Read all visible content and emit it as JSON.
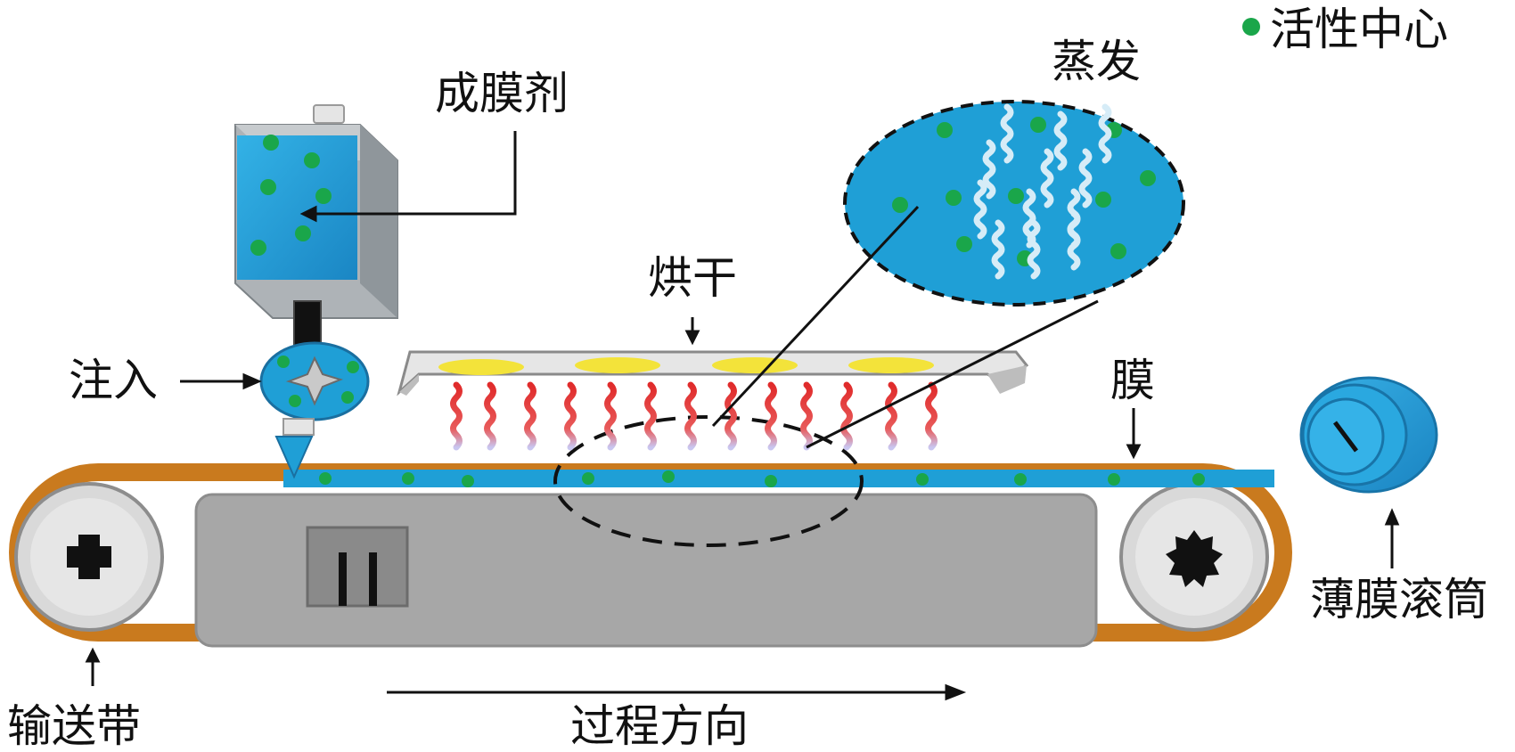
{
  "legend": {
    "marker_color": "#1aa64a",
    "label": "活性中心"
  },
  "labels": {
    "film_agent": "成膜剂",
    "inject": "注入",
    "dry": "烘干",
    "evaporate": "蒸发",
    "film": "膜",
    "film_roller": "薄膜滚筒",
    "conveyor": "输送带",
    "process_direction": "过程方向"
  },
  "colors": {
    "film_blue": "#1f9fd6",
    "belt_orange": "#c97a1e",
    "machine_gray": "#a9a9a9",
    "heater_red": "#d93030",
    "lamp_yellow": "#f3e33a",
    "active_center_green": "#1aa64a"
  },
  "icons": [
    "tank-icon",
    "injector-icon",
    "heater-icon",
    "roller-icon",
    "drive-wheel-icon",
    "vapor-icon"
  ]
}
